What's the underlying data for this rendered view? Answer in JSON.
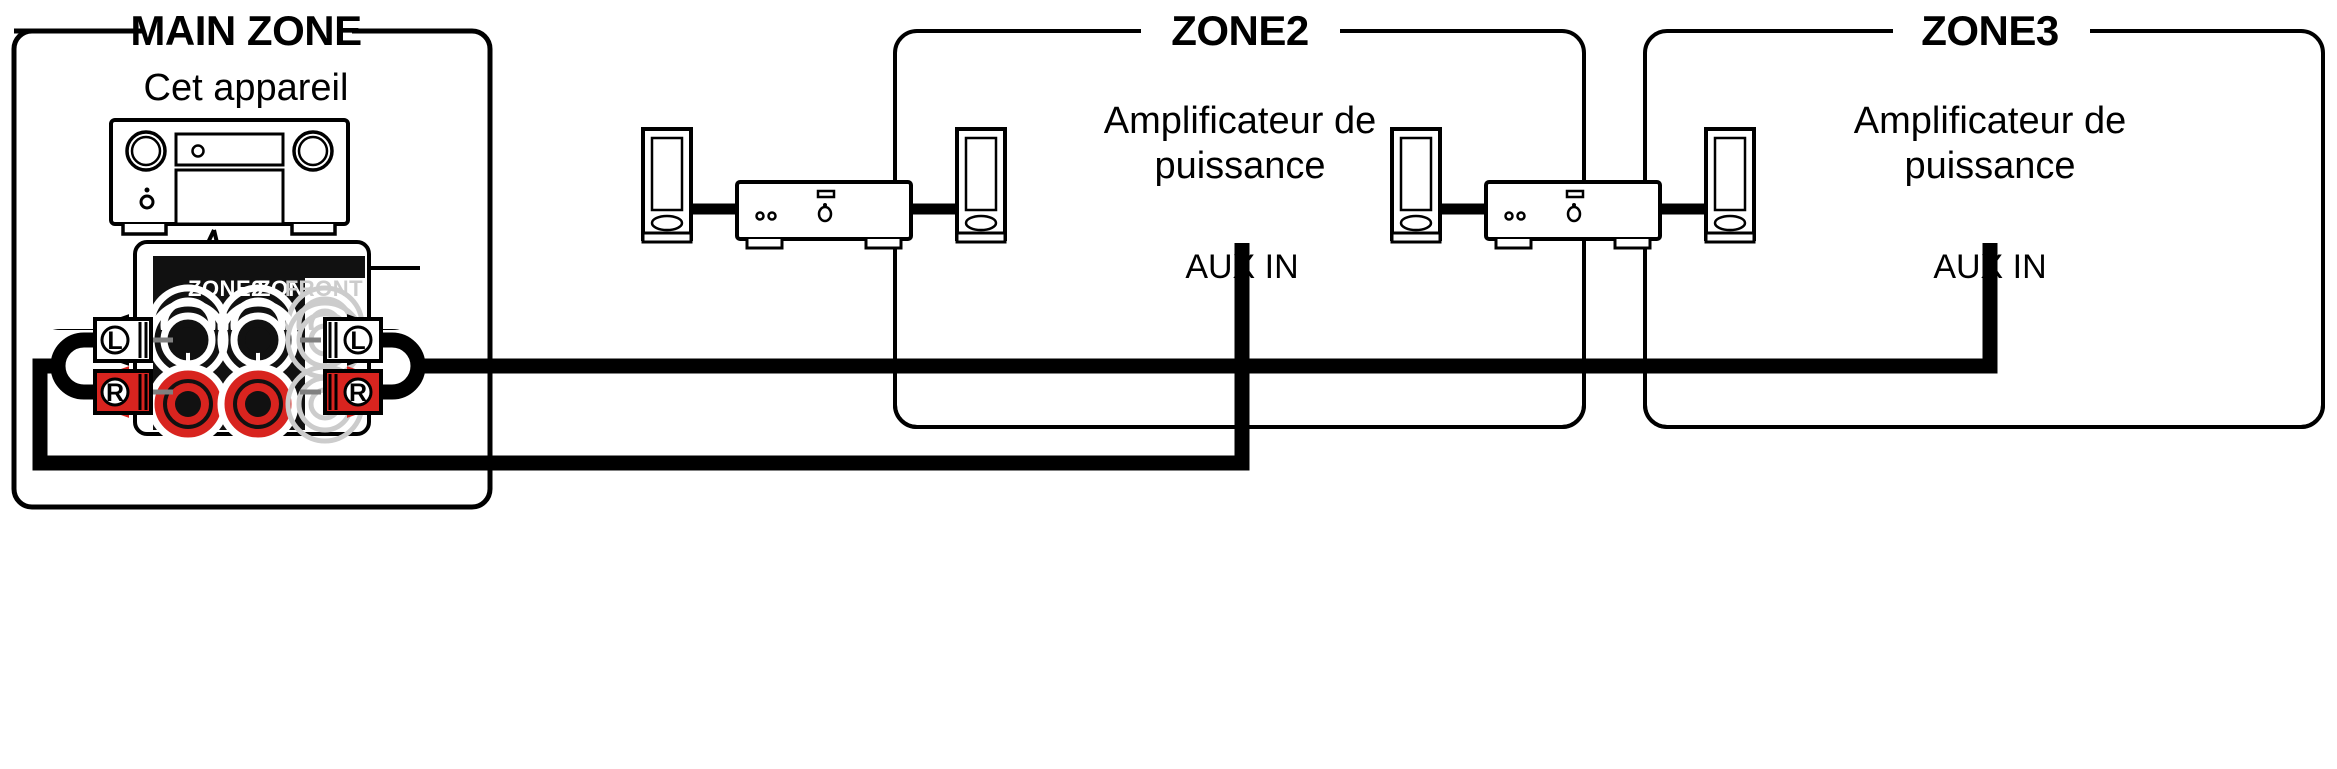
{
  "diagram": {
    "kind": "audio-connection-diagram",
    "colors": {
      "stroke": "#000000",
      "background": "#ffffff",
      "panel_black": "#111111",
      "jack_red": "#D8241F",
      "jack_white": "#ffffff",
      "ghost_gray": "#c8c8c8",
      "cable_black": "#000000"
    }
  },
  "zones": [
    {
      "id": "main",
      "title": "MAIN ZONE",
      "device_label": "Cet appareil",
      "terminal_panel": {
        "groups": [
          {
            "name": "ZONE2",
            "channels": [
              "L",
              "R"
            ],
            "ghost": false
          },
          {
            "name": "ZONE3",
            "channels": [
              "L",
              "R"
            ],
            "ghost": false
          },
          {
            "name": "FRONT",
            "channels": [
              "L",
              "R"
            ],
            "ghost": true
          }
        ]
      },
      "plugs": [
        {
          "side": "left",
          "letter": "L",
          "color": "white"
        },
        {
          "side": "left",
          "letter": "R",
          "color": "red"
        },
        {
          "side": "right",
          "letter": "L",
          "color": "white"
        },
        {
          "side": "right",
          "letter": "R",
          "color": "red"
        }
      ]
    },
    {
      "id": "zone2",
      "title": "ZONE2",
      "device_label": "Amplificateur de puissance",
      "device_label_line1": "Amplificateur de",
      "device_label_line2": "puissance",
      "input_label": "AUX IN",
      "speakers": 2
    },
    {
      "id": "zone3",
      "title": "ZONE3",
      "device_label": "Amplificateur de puissance",
      "device_label_line1": "Amplificateur de",
      "device_label_line2": "puissance",
      "input_label": "AUX IN",
      "speakers": 2
    }
  ]
}
